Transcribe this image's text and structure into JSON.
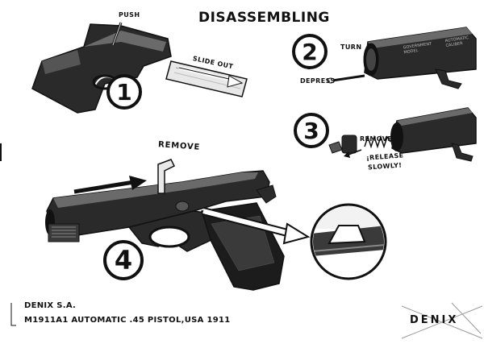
{
  "title": "DISASSEMBLING",
  "steps": [
    {
      "number": "1",
      "labels": {
        "push": "PUSH",
        "slide_out": "SLIDE OUT"
      }
    },
    {
      "number": "2",
      "labels": {
        "turn": "TURN",
        "depress": "DEPRESS"
      }
    },
    {
      "number": "3",
      "labels": {
        "remove": "REMOVE",
        "release_line1": "¡RELEASE",
        "release_line2": "SLOWLY!"
      }
    },
    {
      "number": "4",
      "labels": {
        "remove": "REMOVE"
      }
    }
  ],
  "engraving": {
    "line1": "GOVERNMENT",
    "line2": "MODEL",
    "line3": "AUTOMATIC",
    "line4": "CALIBER"
  },
  "footer": {
    "company": "DENIX S.A.",
    "product": "M1911A1 AUTOMATIC .45 PISTOL,USA 1911"
  },
  "brand": "DENIX",
  "colors": {
    "ink": "#111111",
    "gun_body": "#2a2a2a",
    "gun_highlight": "#6a6a6a",
    "paper": "#ffffff"
  }
}
